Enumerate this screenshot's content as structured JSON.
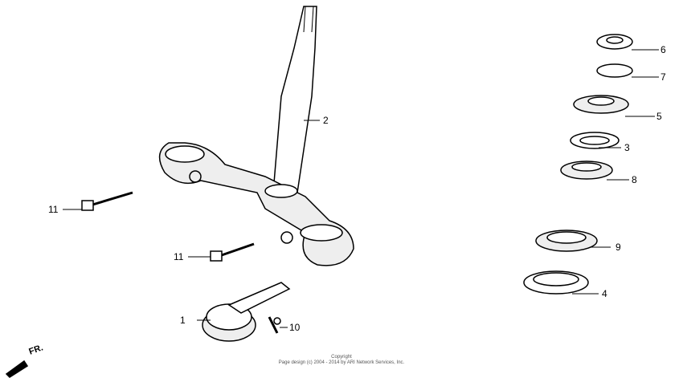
{
  "callouts": [
    {
      "id": "1",
      "label": "1"
    },
    {
      "id": "2",
      "label": "2"
    },
    {
      "id": "3",
      "label": "3"
    },
    {
      "id": "4",
      "label": "4"
    },
    {
      "id": "5",
      "label": "5"
    },
    {
      "id": "6",
      "label": "6"
    },
    {
      "id": "7",
      "label": "7"
    },
    {
      "id": "8",
      "label": "8"
    },
    {
      "id": "9",
      "label": "9"
    },
    {
      "id": "10",
      "label": "10"
    },
    {
      "id": "11a",
      "label": "11"
    },
    {
      "id": "11b",
      "label": "11"
    }
  ],
  "direction_marker": "FR.",
  "footer": {
    "line1": "Copyright",
    "line2": "Page design (c) 2004 - 2014 by ARI Network Services, Inc."
  }
}
